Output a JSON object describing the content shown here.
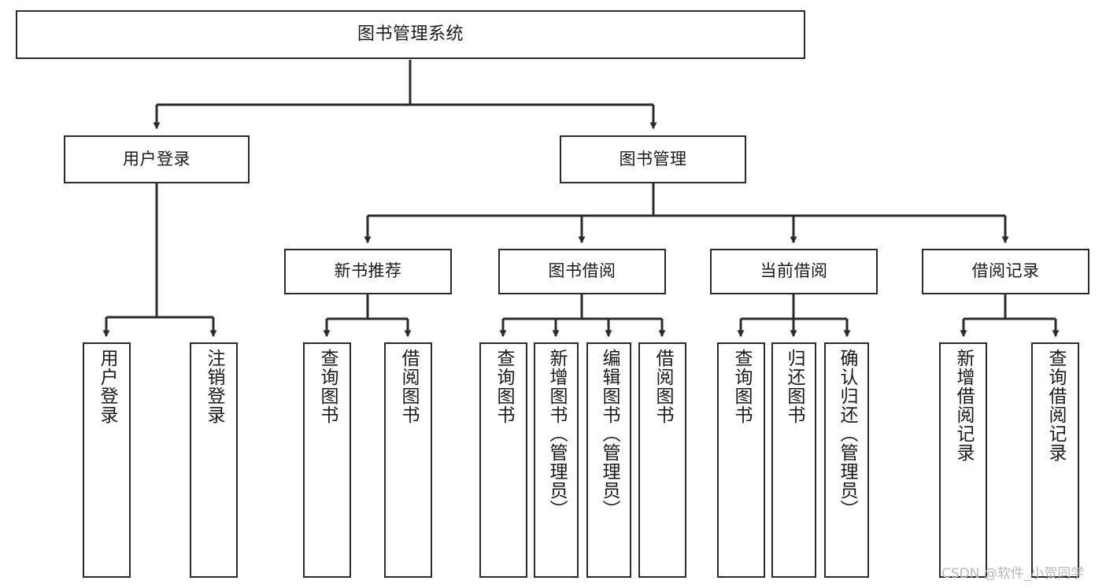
{
  "diagram": {
    "title": "图书管理系统",
    "watermark": "CSDN @软件_小贺同学",
    "stroke_color": "#2b2b2b",
    "background_color": "#ffffff",
    "text_color": "#1a1a1a",
    "watermark_color": "#b8b8b8"
  },
  "nodes": {
    "root": {
      "label": "图书管理系统"
    },
    "level1": [
      {
        "label": "用户登录"
      },
      {
        "label": "图书管理"
      }
    ],
    "level2": [
      {
        "label": "新书推荐"
      },
      {
        "label": "图书借阅"
      },
      {
        "label": "当前借阅"
      },
      {
        "label": "借阅记录"
      }
    ],
    "leaves_user_login": [
      {
        "label": "用户登录"
      },
      {
        "label": "注销登录"
      }
    ],
    "leaves_new_book": [
      {
        "label": "查询图书"
      },
      {
        "label": "借阅图书"
      }
    ],
    "leaves_borrow": [
      {
        "label": "查询图书"
      },
      {
        "label": "新增图书（管理员）"
      },
      {
        "label": "编辑图书（管理员）"
      },
      {
        "label": "借阅图书"
      }
    ],
    "leaves_current": [
      {
        "label": "查询图书"
      },
      {
        "label": "归还图书"
      },
      {
        "label": "确认归还（管理员）"
      }
    ],
    "leaves_record": [
      {
        "label": "新增借阅记录"
      },
      {
        "label": "查询借阅记录"
      }
    ]
  }
}
